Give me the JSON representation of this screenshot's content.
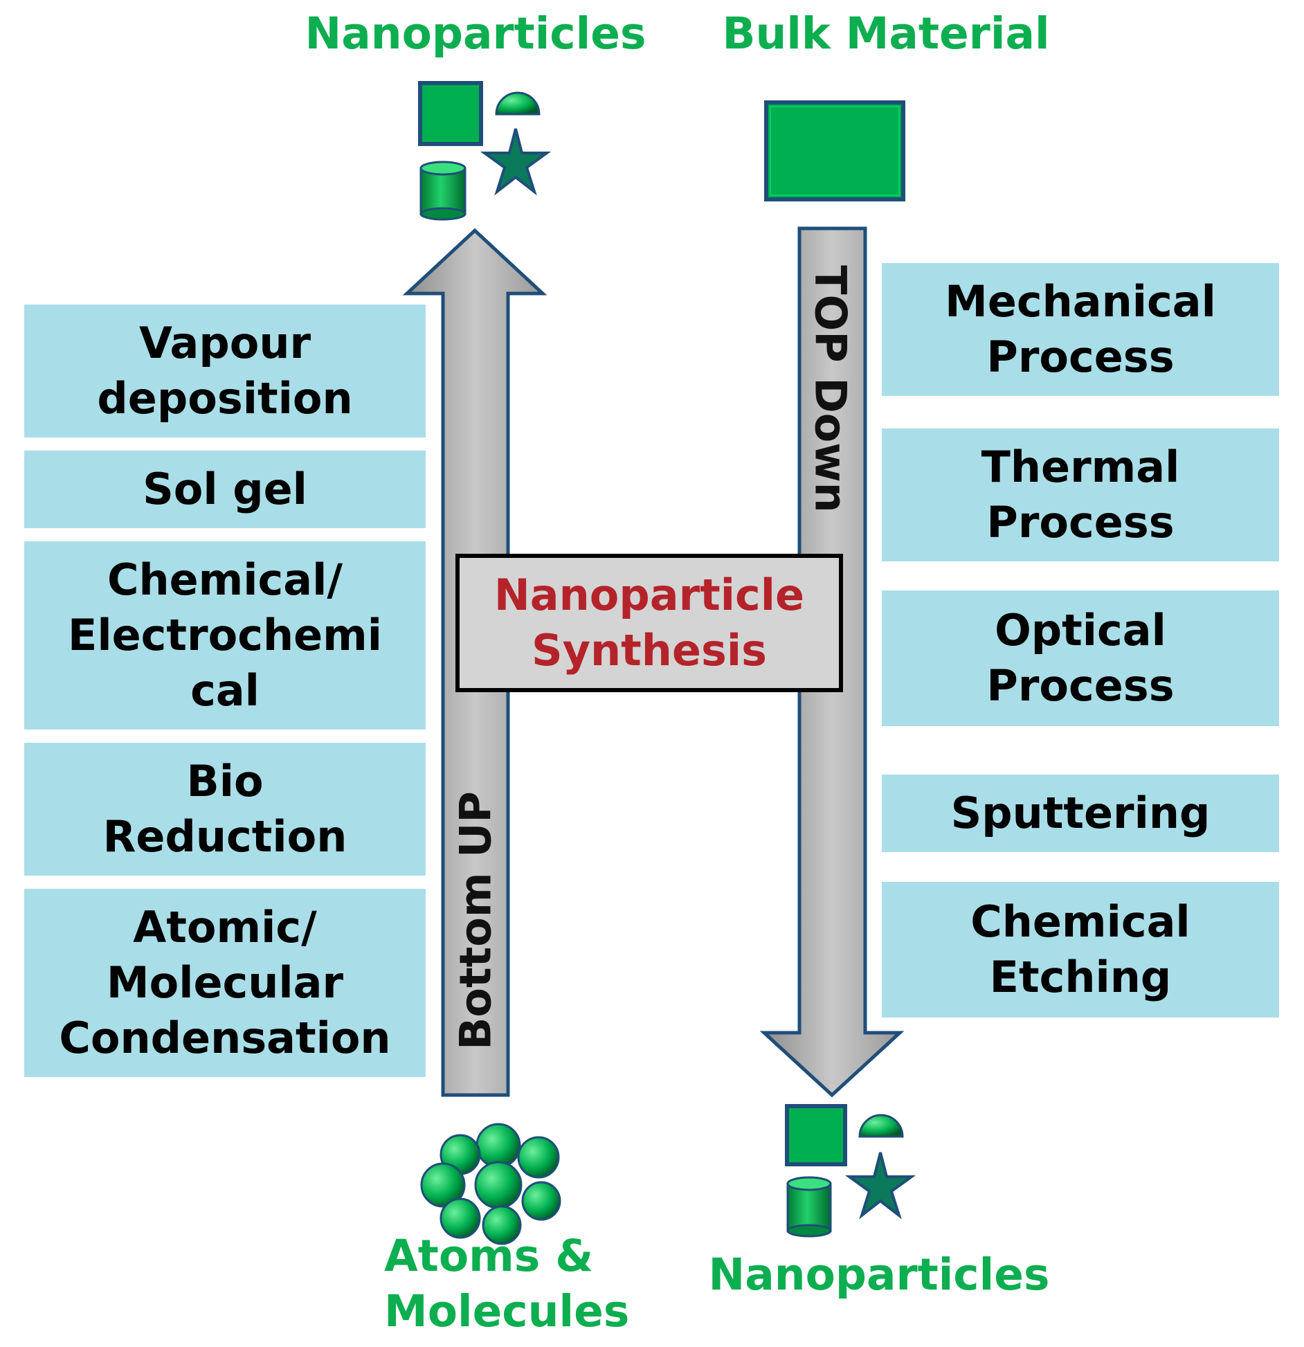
{
  "labels": {
    "top_left": "Nanoparticles",
    "top_right": "Bulk Material",
    "bottom_left": "Atoms &\nMolecules",
    "bottom_right": "Nanoparticles"
  },
  "arrows": {
    "bottom_up": "Bottom UP",
    "top_down": "TOP Down"
  },
  "center": "Nanoparticle\nSynthesis",
  "bottom_up_methods": [
    "Vapour\ndeposition",
    "Sol gel",
    "Chemical/\nElectrochemi\ncal",
    "Bio\nReduction",
    "Atomic/\nMolecular\nCondensation"
  ],
  "top_down_methods": [
    "Mechanical\nProcess",
    "Thermal\nProcess",
    "Optical\nProcess",
    "Sputtering",
    "Chemical\nEtching"
  ],
  "colors": {
    "label_green": "#0DAE50",
    "shape_green": "#00B050",
    "box_fill": "#A9DEE8",
    "center_text": "#B5232A",
    "arrow_fill": "#B0B0B0",
    "arrow_edge": "#1F4E79"
  }
}
